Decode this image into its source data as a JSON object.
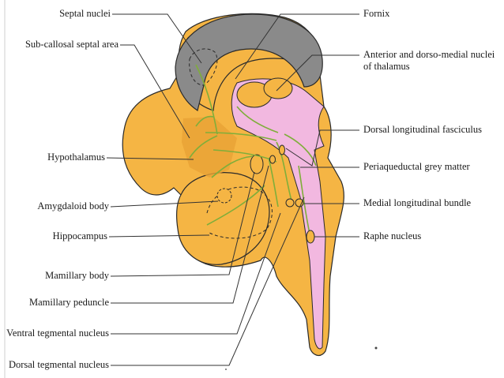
{
  "labels": {
    "left": [
      "Septal nuclei",
      "Sub-callosal septal area",
      "Hypothalamus",
      "Amygdaloid body",
      "Hippocampus",
      "Mamillary body",
      "Mamillary peduncle",
      "Ventral tegmental nucleus",
      "Dorsal tegmental nucleus"
    ],
    "right": [
      "Fornix",
      "Anterior and dorso-medial nuclei of thalamus",
      "Dorsal longitudinal fasciculus",
      "Periaqueductal grey matter",
      "Medial longitudinal bundle",
      "Raphe nucleus"
    ]
  },
  "colors": {
    "brain_tissue": "#F5B544",
    "tissue_outline": "#2a2a2a",
    "callosum": "#8A8A8A",
    "periaqueductal": "#F2B8E0",
    "fibers": "#7FAE3A",
    "leader_lines": "#333333"
  }
}
